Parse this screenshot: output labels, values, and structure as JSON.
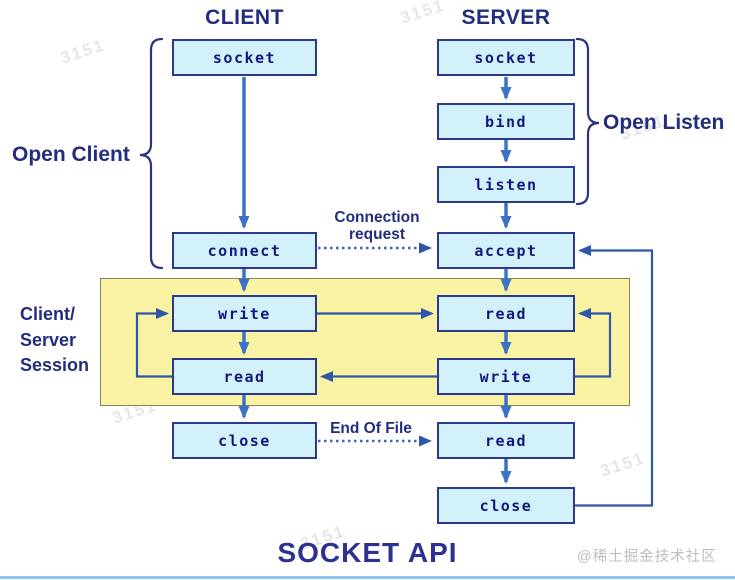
{
  "diagram": {
    "title": "SOCKET API",
    "client": {
      "header": "CLIENT",
      "socket": "socket",
      "connect": "connect",
      "write": "write",
      "read": "read",
      "close": "close"
    },
    "server": {
      "header": "SERVER",
      "socket": "socket",
      "bind": "bind",
      "listen": "listen",
      "accept": "accept",
      "read1": "read",
      "write": "write",
      "read2": "read",
      "close": "close"
    },
    "labels": {
      "open_client": "Open Client",
      "open_listen": "Open Listen",
      "connection_request_line1": "Connection",
      "connection_request_line2": "request",
      "session_line1": "Client/",
      "session_line2": "Server",
      "session_line3": "Session",
      "end_of_file": "End Of File"
    },
    "community_watermark": "@稀土掘金技术社区",
    "diagonal_watermark": "3151",
    "colors": {
      "box_fill": "#D3F1FB",
      "box_border": "#2B3A8C",
      "box_text": "#14177E",
      "vertical_arrow": "#3C72C6",
      "loop_arrow": "#2F57A8",
      "label_text": "#222D7E",
      "session_bg": "#FAF3A3",
      "session_border": "#85855A",
      "title_color": "#2E3192",
      "bottom_line": "#8CC3ED",
      "watermark_gray": "#BDBDBD"
    }
  }
}
